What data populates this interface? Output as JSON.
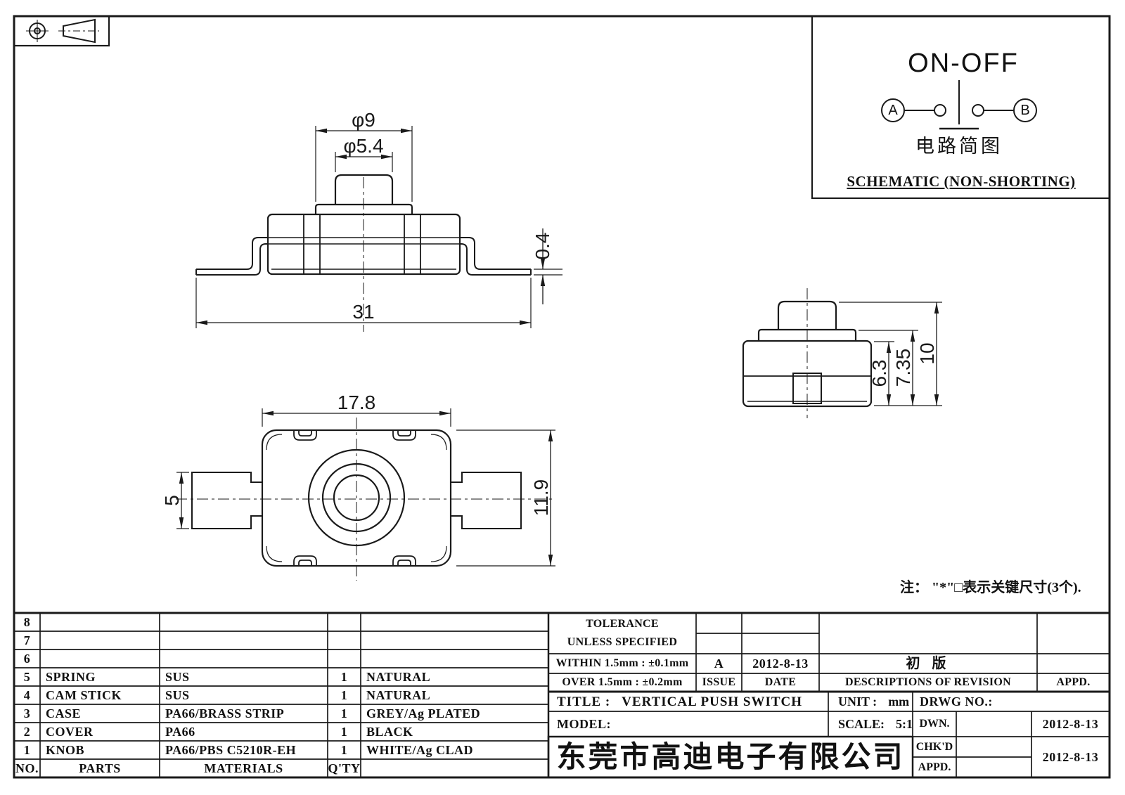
{
  "drawing": {
    "note": "注： \"*\"□表示关键尺寸(3个).",
    "views": {
      "front": {
        "dim_base_dia": "φ9",
        "dim_knob_dia": "φ5.4",
        "dim_lead_thickness": "0.4",
        "dim_overall_width": "31"
      },
      "side": {
        "dim_body_height": "6.3",
        "dim_collar_height": "7.35",
        "dim_total_height": "10"
      },
      "top": {
        "dim_body_width": "17.8",
        "dim_lead_width": "5",
        "dim_body_depth": "11.9"
      }
    }
  },
  "schematic": {
    "title": "ON-OFF",
    "terminal_a": "A",
    "terminal_b": "B",
    "caption_cn": "电路简图",
    "caption_en": "SCHEMATIC (NON-SHORTING)"
  },
  "parts_table": {
    "headers": {
      "no": "NO.",
      "parts": "PARTS",
      "materials": "MATERIALS",
      "qty": "Q'TY"
    },
    "rows": [
      {
        "no": "8",
        "parts": "",
        "materials": "",
        "qty": "",
        "finish": ""
      },
      {
        "no": "7",
        "parts": "",
        "materials": "",
        "qty": "",
        "finish": ""
      },
      {
        "no": "6",
        "parts": "",
        "materials": "",
        "qty": "",
        "finish": ""
      },
      {
        "no": "5",
        "parts": "SPRING",
        "materials": "SUS",
        "qty": "1",
        "finish": "NATURAL"
      },
      {
        "no": "4",
        "parts": "CAM STICK",
        "materials": "SUS",
        "qty": "1",
        "finish": "NATURAL"
      },
      {
        "no": "3",
        "parts": "CASE",
        "materials": "PA66/BRASS STRIP",
        "qty": "1",
        "finish": "GREY/Ag PLATED"
      },
      {
        "no": "2",
        "parts": "COVER",
        "materials": "PA66",
        "qty": "1",
        "finish": "BLACK"
      },
      {
        "no": "1",
        "parts": "KNOB",
        "materials": "PA66/PBS C5210R-EH",
        "qty": "1",
        "finish": "WHITE/Ag CLAD"
      }
    ]
  },
  "tolerance_block": {
    "title_line1": "TOLERANCE",
    "title_line2": "UNLESS  SPECIFIED",
    "within": "WITHIN 1.5mm : ±0.1mm",
    "over": "OVER 1.5mm : ±0.2mm"
  },
  "revision_block": {
    "issue_value": "A",
    "date_value": "2012-8-13",
    "description_value": "初  版",
    "issue_label": "ISSUE",
    "date_label": "DATE",
    "descriptions_label": "DESCRIPTIONS OF REVISION",
    "appd_label": "APPD."
  },
  "title_block": {
    "title_label": "TITLE :",
    "title_value": "VERTICAL PUSH SWITCH",
    "unit_label": "UNIT :",
    "unit_value": "mm",
    "drwg_no_label": "DRWG NO.:",
    "model_label": "MODEL:",
    "scale_label": "SCALE:",
    "scale_value": "5:1",
    "dwn_label": "DWN.",
    "chkd_label": "CHK'D",
    "appd_label": "APPD.",
    "dwn_date": "2012-8-13",
    "chkd_date": "2012-8-13",
    "company": "东莞市高迪电子有限公司"
  }
}
